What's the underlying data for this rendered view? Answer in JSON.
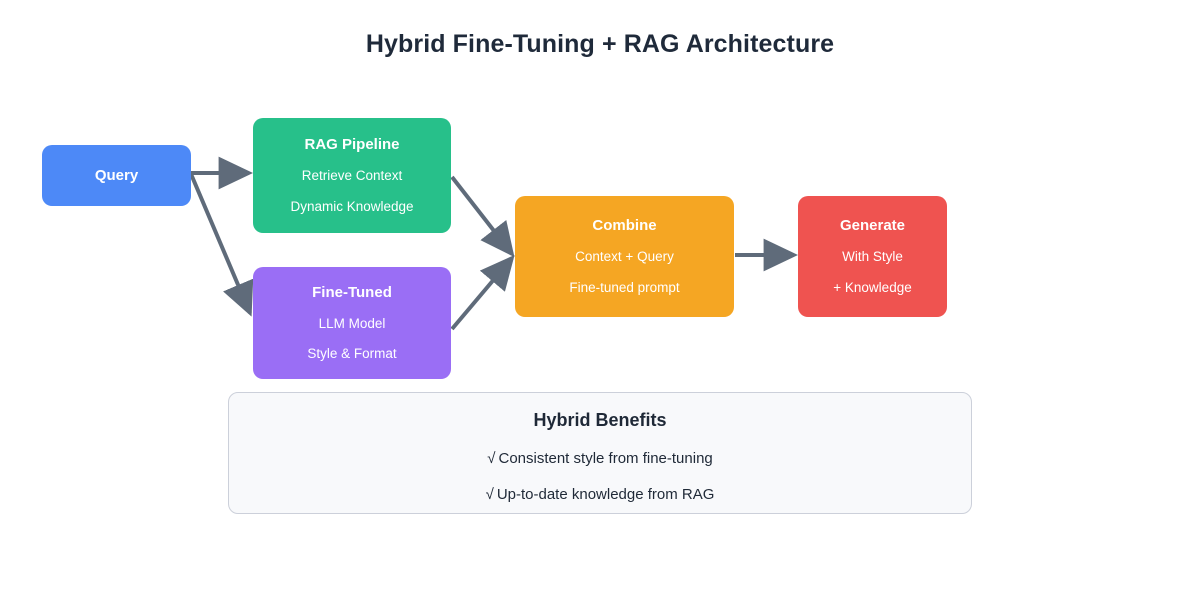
{
  "title": "Hybrid Fine-Tuning + RAG Architecture",
  "nodes": {
    "query": {
      "title": "Query",
      "lines": []
    },
    "rag": {
      "title": "RAG Pipeline",
      "lines": [
        "Retrieve Context",
        "Dynamic Knowledge"
      ]
    },
    "finetune": {
      "title": "Fine-Tuned",
      "lines": [
        "LLM Model",
        "Style & Format"
      ]
    },
    "combine": {
      "title": "Combine",
      "lines": [
        "Context + Query",
        "Fine-tuned prompt"
      ]
    },
    "generate": {
      "title": "Generate",
      "lines": [
        "With Style",
        "+ Knowledge"
      ]
    }
  },
  "benefits": {
    "title": "Hybrid Benefits",
    "check_glyph": "√",
    "items": [
      "Consistent style from fine-tuning",
      "Up-to-date knowledge from RAG"
    ]
  },
  "colors": {
    "query": "#4d89f7",
    "rag": "#27c08a",
    "finetune": "#9a6ef5",
    "combine": "#f5a623",
    "generate": "#ef5350",
    "arrow": "#5f6b7a",
    "panel_background": "#f8f9fb",
    "panel_border": "#ccd0da",
    "text_dark": "#1f2937",
    "title_text": "#1f2a3a",
    "node_text": "#ffffff",
    "background": "#ffffff"
  },
  "edges": [
    {
      "from": "query",
      "to": "rag"
    },
    {
      "from": "query",
      "to": "finetune"
    },
    {
      "from": "rag",
      "to": "combine"
    },
    {
      "from": "finetune",
      "to": "combine"
    },
    {
      "from": "combine",
      "to": "generate"
    }
  ]
}
